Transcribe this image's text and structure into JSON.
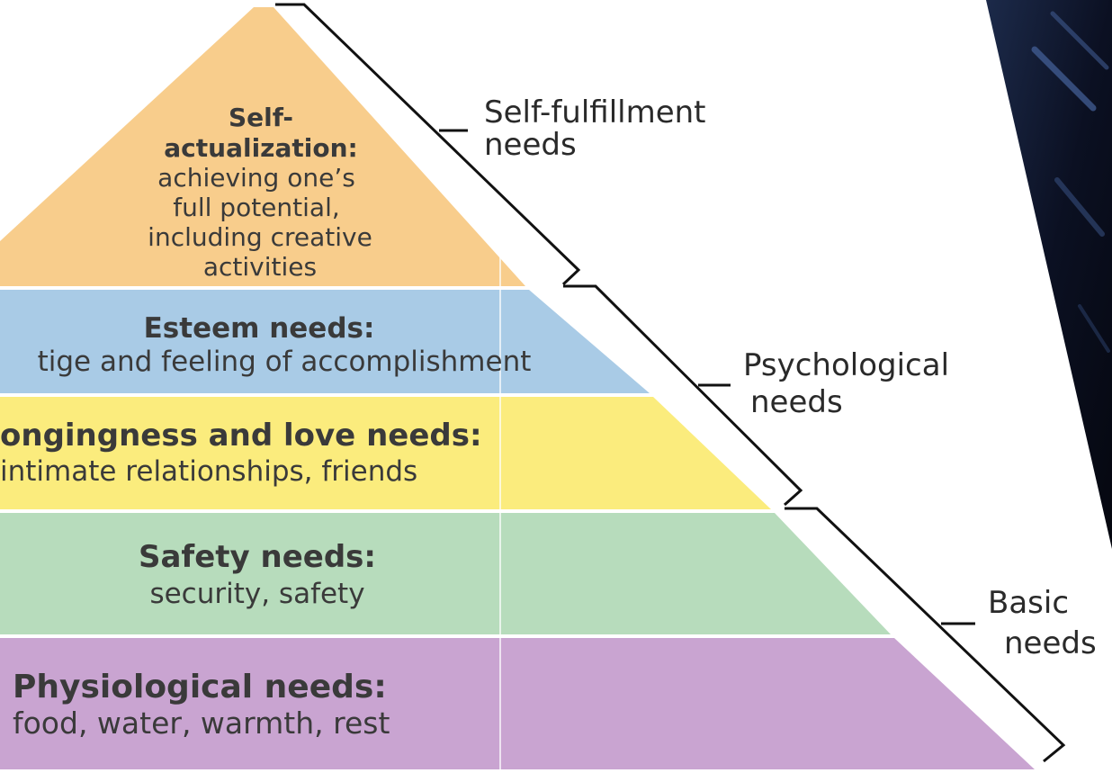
{
  "pyramid": {
    "tiers": [
      {
        "id": "self-actualization",
        "title": [
          "Self-",
          "actualization:"
        ],
        "description": [
          "achieving one’s",
          "full potential,",
          "including creative",
          "activities"
        ],
        "color": "#f8cd8c"
      },
      {
        "id": "esteem",
        "title": [
          "Esteem needs:"
        ],
        "description": [
          "tige and feeling of accomplishment"
        ],
        "color": "#a9cbe6"
      },
      {
        "id": "belongingness",
        "title": [
          "ongingness and love needs:"
        ],
        "description": [
          "intimate relationships, friends"
        ],
        "color": "#fbec7d"
      },
      {
        "id": "safety",
        "title": [
          "Safety needs:"
        ],
        "description": [
          "security, safety"
        ],
        "color": "#b7dcbc"
      },
      {
        "id": "physiological",
        "title": [
          "Physiological needs:"
        ],
        "description": [
          "food, water, warmth, rest"
        ],
        "color": "#c9a4d1"
      }
    ]
  },
  "brackets": [
    {
      "id": "self-fulfillment",
      "label": [
        "Self-fulfillment",
        "needs"
      ]
    },
    {
      "id": "psychological",
      "label": [
        "Psychological",
        "needs"
      ]
    },
    {
      "id": "basic",
      "label": [
        "Basic",
        "needs"
      ]
    }
  ],
  "colors": {
    "bracket_line": "#111111",
    "text": "#3a3a3a",
    "dark_corner": "#0c1224",
    "dark_streak": "#3f5a8f"
  }
}
